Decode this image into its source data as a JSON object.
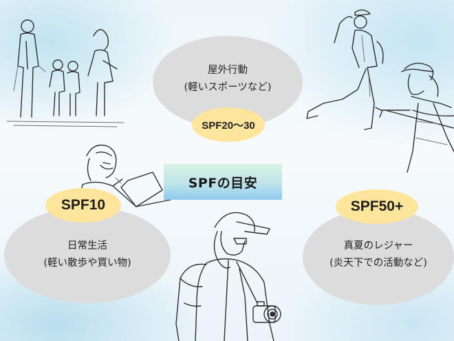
{
  "title": "SPFの目安",
  "categories": [
    {
      "id": "outdoor",
      "spf": "SPF20〜30",
      "heading": "屋外行動",
      "detail": "(軽いスポーツなど)"
    },
    {
      "id": "daily",
      "spf": "SPF10",
      "heading": "日常生活",
      "detail": "(軽い散歩や買い物)"
    },
    {
      "id": "summer",
      "spf": "SPF50+",
      "heading": "真夏のレジャー",
      "detail": "(炎天下での活動など)"
    }
  ],
  "colors": {
    "bubble": "#dcdcdc",
    "pill": "#fde59b",
    "title_gradient_top": "#d9f2e4",
    "title_gradient_bottom": "#8fcaf0",
    "background": "#eef6fa",
    "line_art": "#2e2e2e"
  },
  "illustrations": [
    "family-walking-illustration",
    "woman-waving-illustration",
    "golfer-illustration",
    "woman-with-laptop-illustration",
    "hiker-with-camera-illustration"
  ]
}
